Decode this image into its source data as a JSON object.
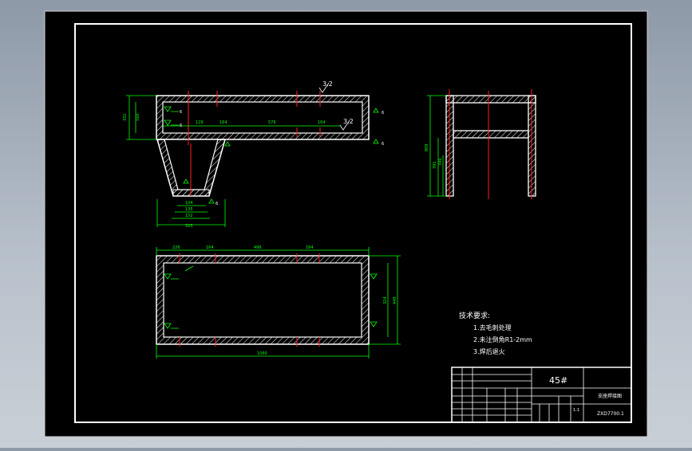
{
  "drawing": {
    "front_view": {
      "top_dims": [
        "129",
        "164",
        "576",
        "164"
      ],
      "left_dims": [
        "331",
        "160"
      ],
      "surface_finish": "3.2",
      "weld_symbol_value": "6"
    },
    "bottom_section": {
      "dims": [
        "104",
        "135",
        "152",
        "323"
      ]
    },
    "side_view": {
      "left_dims": [
        "809",
        "391",
        "346"
      ]
    },
    "top_view": {
      "top_dims": [
        "226",
        "164",
        "496",
        "164"
      ],
      "bottom_dim": "1060",
      "right_dims": [
        "324",
        "449"
      ]
    },
    "technical_requirements": {
      "title": "技术要求:",
      "items": [
        "1.去毛刺处理",
        "2.未注倒角R1-2mm",
        "3.焊后退火"
      ]
    },
    "title_block": {
      "material": "45#",
      "part_name": "支座焊接图",
      "drawing_no": "ZXD7700.1",
      "scale": "1:1"
    }
  },
  "colors": {
    "background": "#000000",
    "outline": "#ffffff",
    "dimension": "#00ff00",
    "centerline": "#ff2020",
    "hatch": "#ffffff"
  }
}
